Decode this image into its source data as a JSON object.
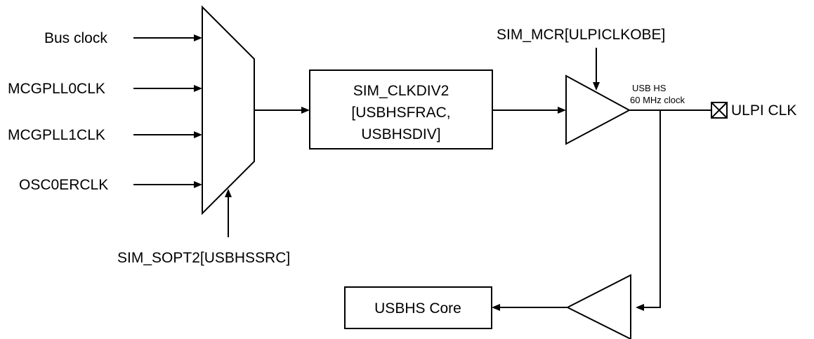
{
  "inputs": {
    "bus_clock": "Bus clock",
    "mcgpll0clk": "MCGPLL0CLK",
    "mcgpll1clk": "MCGPLL1CLK",
    "osc0erclk": "OSC0ERCLK"
  },
  "mux_select_label": "SIM_SOPT2[USBHSSRC]",
  "divider": {
    "line1": "SIM_CLKDIV2",
    "line2": "[USBHSFRAC,",
    "line3": "USBHSDIV]"
  },
  "buffer_enable_label": "SIM_MCR[ULPICLKOBE]",
  "clock_label": {
    "line1": "USB HS",
    "line2": "60 MHz clock"
  },
  "pin_label": "ULPI CLK",
  "core_label": "USBHS Core"
}
